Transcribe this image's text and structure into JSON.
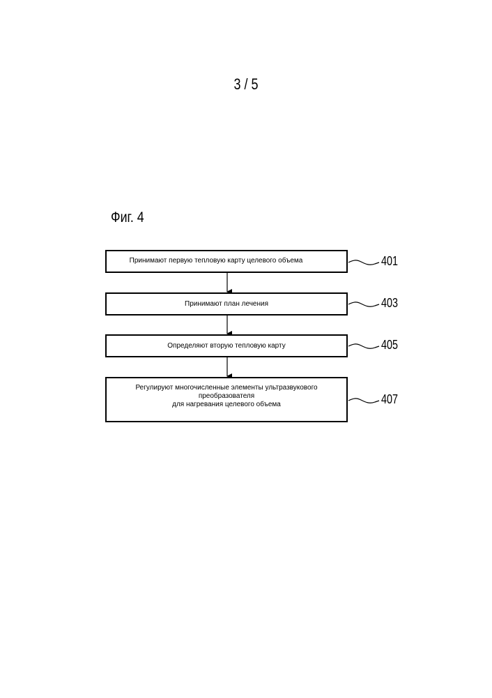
{
  "page_number": "3 / 5",
  "figure_title": "Фиг. 4",
  "steps": [
    {
      "ref": "401",
      "text": "Принимают первую тепловую карту целевого объема"
    },
    {
      "ref": "403",
      "text": "Принимают план лечения"
    },
    {
      "ref": "405",
      "text": "Определяют вторую тепловую карту"
    },
    {
      "ref": "407",
      "text": "Регулируют многочисленные элементы ультразвукового преобразователя\nдля нагревания целевого объема"
    }
  ]
}
